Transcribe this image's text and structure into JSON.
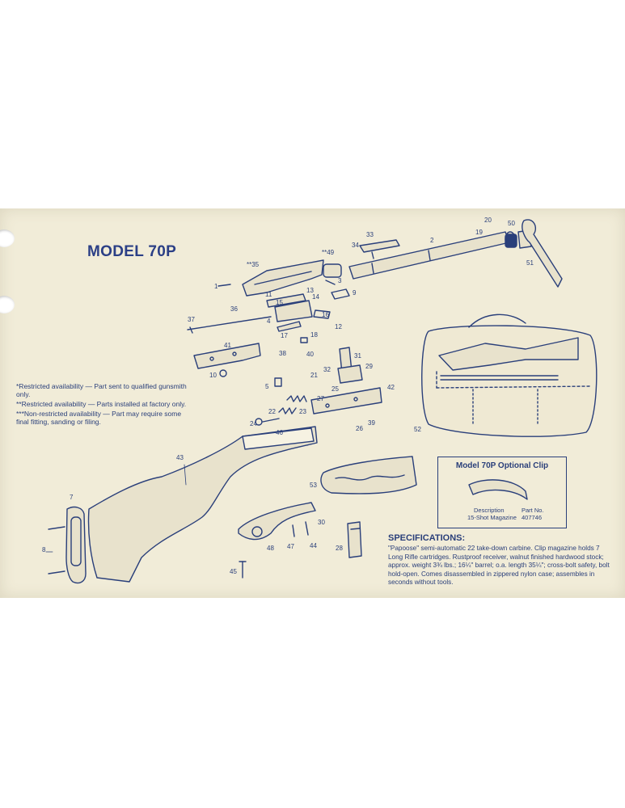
{
  "title": "MODEL 70P",
  "notes": [
    "*Restricted availability — Part sent to qualified gunsmith only.",
    "**Restricted availability — Parts installed at factory only.",
    "***Non-restricted availability — Part may require some final fitting, sanding or filing."
  ],
  "part_labels": [
    "1",
    "2",
    "3",
    "4",
    "5",
    "7",
    "8",
    "9",
    "10",
    "11",
    "12",
    "13",
    "14",
    "15",
    "16",
    "17",
    "18",
    "19",
    "20",
    "21",
    "22",
    "23",
    "24",
    "25",
    "26",
    "27",
    "28",
    "29",
    "30",
    "31",
    "32",
    "33",
    "34",
    "**35",
    "36",
    "37",
    "38",
    "39",
    "40",
    "41",
    "42",
    "43",
    "44",
    "45",
    "46",
    "47",
    "48",
    "**49",
    "50",
    "51",
    "52",
    "53"
  ],
  "optional_clip": {
    "heading": "Model 70P Optional Clip",
    "col_description": "Description",
    "col_part_no": "Part No.",
    "description": "15-Shot Magazine",
    "part_no": "407746"
  },
  "specifications": {
    "heading": "SPECIFICATIONS:",
    "text": "\"Papoose\" semi-automatic 22 take-down carbine. Clip magazine holds 7 Long Rifle cartridges. Rustproof receiver, walnut finished hardwood stock; approx. weight 3¾ lbs.; 16¼\" barrel; o.a. length 35¼\"; cross-bolt safety, bolt hold-open. Comes disassembled in zippered nylon case; assembles in seconds without tools."
  },
  "colors": {
    "ink": "#2a3f7a",
    "paper": "#f1ecd8"
  }
}
